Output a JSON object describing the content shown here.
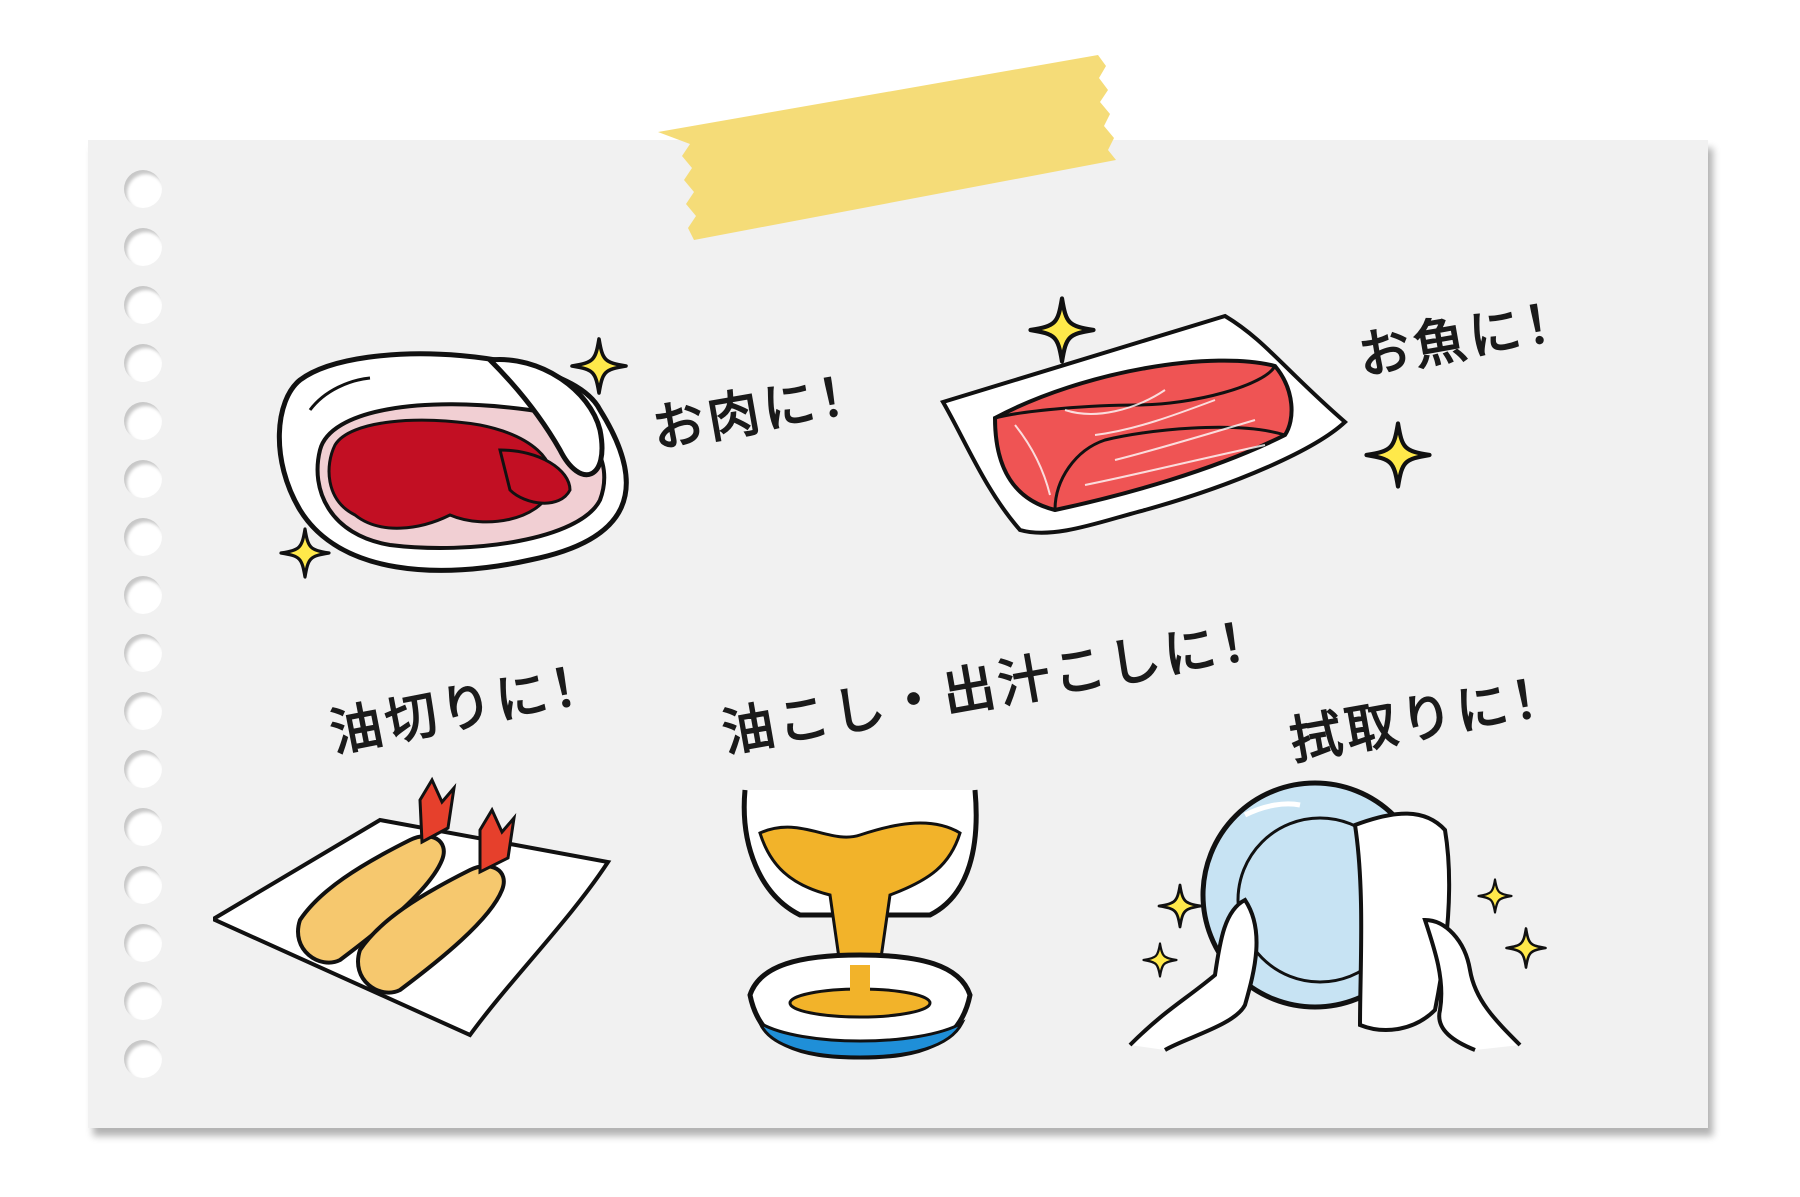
{
  "labels": {
    "meat": "お肉に！",
    "fish": "お魚に！",
    "oil_drain": "油切りに！",
    "strain": "油こし・出汁こしに！",
    "wipe": "拭取りに！"
  },
  "illustrations": {
    "meat": "meat-wrapped-in-paper",
    "fish": "tuna-block-on-paper",
    "tempura": "shrimp-tempura-on-paper",
    "strain": "oil-poured-through-strainer",
    "dish": "hands-wiping-plate"
  },
  "colors": {
    "paper": "#f1f1f1",
    "tape": "#f5dc78",
    "meat_red": "#c20f23",
    "meat_fat": "#f1cfd3",
    "tuna": "#ef5454",
    "tempura": "#f6c86e",
    "oil": "#f2b32a",
    "plate_blue": "#c7e3f3",
    "bowl_blue": "#1f8fd8",
    "sparkle": "#ffe94a"
  }
}
